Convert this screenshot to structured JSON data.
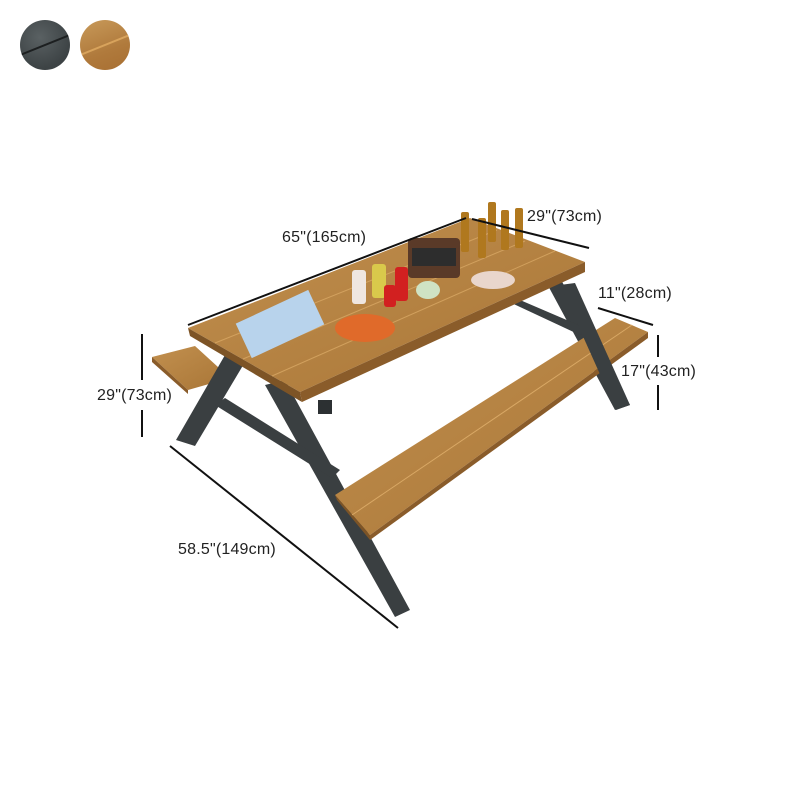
{
  "product": {
    "name": "Picnic table with attached benches",
    "color_swatches": [
      {
        "name": "dark-gray",
        "color": "#454b4d"
      },
      {
        "name": "wood",
        "color": "#b9864a"
      }
    ]
  },
  "dimensions": {
    "table_length": "65\"(165cm)",
    "table_width": "29\"(73cm)",
    "table_height": "29\"(73cm)",
    "bench_width": "11\"(28cm)",
    "bench_height": "17\"(43cm)",
    "overall_depth": "58.5\"(149cm)"
  },
  "colors": {
    "wood": "#b9864a",
    "wood_dark": "#9a6a34",
    "frame": "#3a3f41",
    "dimension_line": "#111111"
  }
}
